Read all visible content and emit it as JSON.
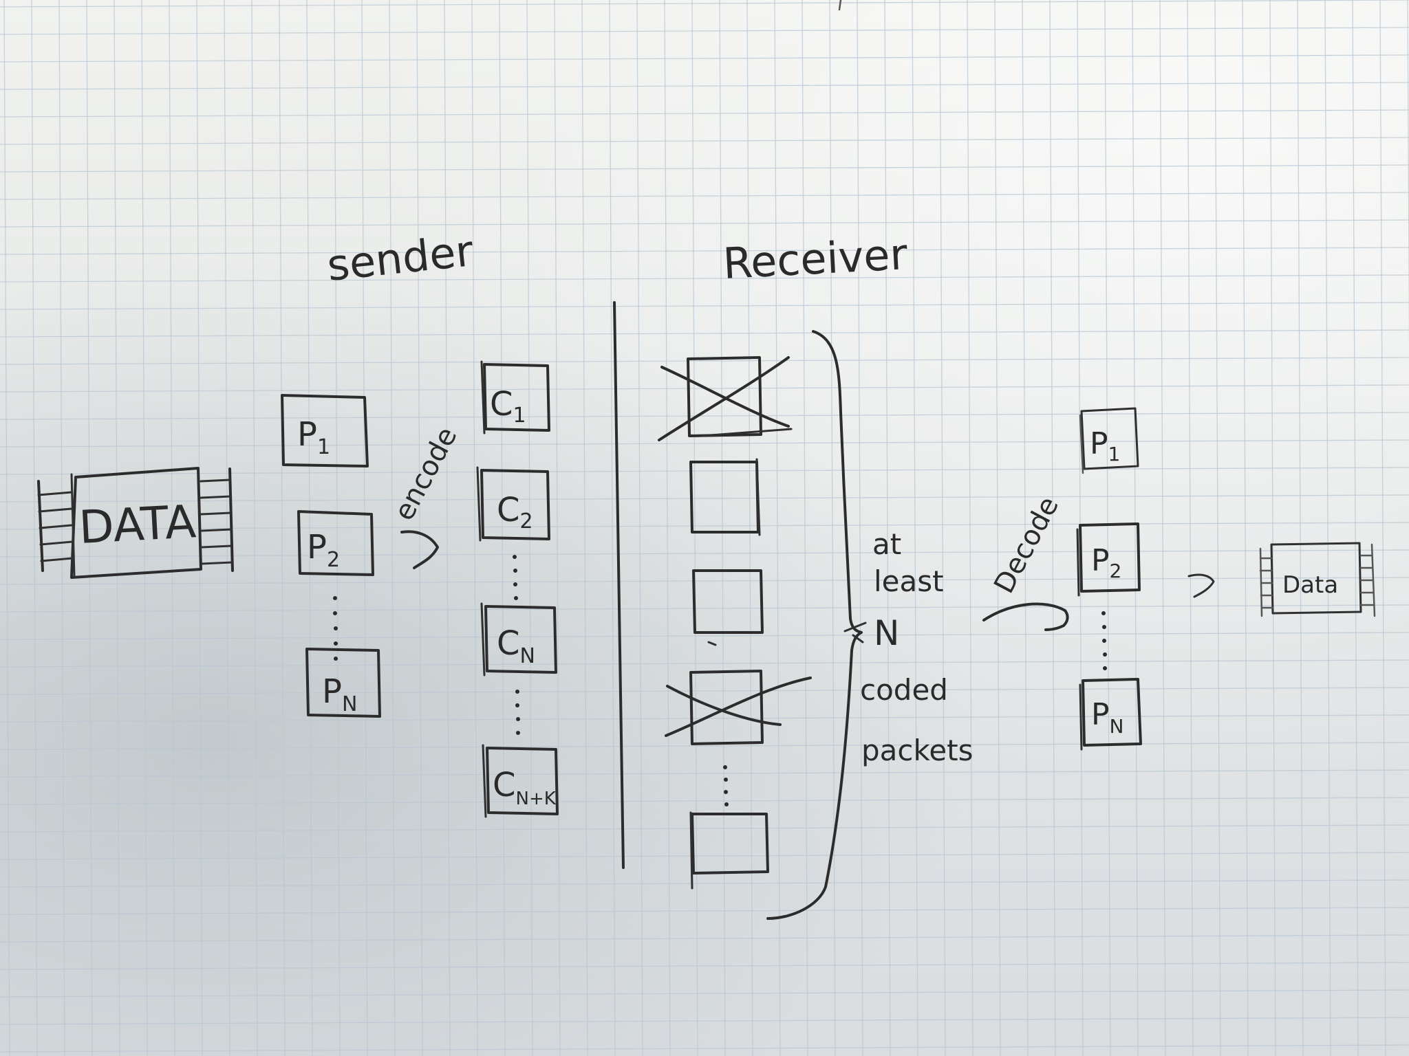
{
  "headings": {
    "sender": "sender",
    "receiver": "Receiver"
  },
  "source": {
    "data_label": "DATA"
  },
  "sender": {
    "packets": [
      {
        "letter": "P",
        "sub": "1"
      },
      {
        "letter": "P",
        "sub": "2"
      },
      {
        "letter": "P",
        "sub": "N"
      }
    ],
    "encode_label": "encode",
    "coded": [
      {
        "letter": "C",
        "sub": "1"
      },
      {
        "letter": "C",
        "sub": "2"
      },
      {
        "letter": "C",
        "sub": "N"
      },
      {
        "letter": "C",
        "sub": "N+K"
      }
    ]
  },
  "receiver": {
    "brace_note": {
      "line1": "at",
      "line2": "least",
      "line3": "N",
      "line4": "coded",
      "line5": "packets"
    },
    "decode_label": "Decode",
    "packets": [
      {
        "letter": "P",
        "sub": "1"
      },
      {
        "letter": "P",
        "sub": "2"
      },
      {
        "letter": "P",
        "sub": "N"
      }
    ],
    "data_label": "Data"
  },
  "colors": {
    "ink": "#2c2c2c",
    "grid": "#b9c6d2"
  }
}
